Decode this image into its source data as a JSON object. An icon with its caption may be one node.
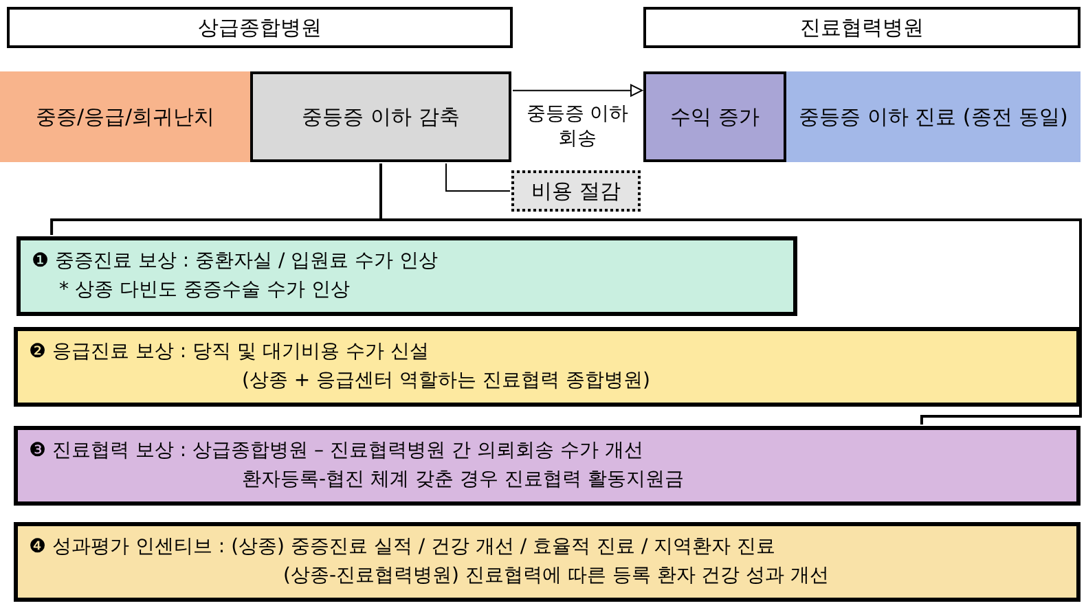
{
  "diagram": {
    "nodes": [
      {
        "text": [
          "상급종합병원"
        ]
      },
      {
        "text": [
          "진료협력병원"
        ]
      },
      {
        "text": [
          "중증/응급/희귀난치"
        ]
      },
      {
        "text": [
          "중등증 이하 감축"
        ]
      },
      {
        "text": [
          "수익 증가"
        ]
      },
      {
        "text": [
          "중등증 이하 진료 (종전 동일)"
        ]
      },
      {
        "text": [
          "비용 절감"
        ]
      },
      {
        "text": [
          "❶ 중증진료 보상 : 중환자실 / 입원료 수가 인상",
          "* 상종 다빈도 중증수술 수가 인상"
        ]
      },
      {
        "text": [
          "❷ 응급진료 보상 : 당직 및 대기비용 수가 신설",
          "(상종 + 응급센터 역할하는 진료협력 종합병원)"
        ]
      },
      {
        "text": [
          "❸ 진료협력 보상 : 상급종합병원 – 진료협력병원 간 의뢰회송 수가 개선",
          "환자등록-협진 체계 갖춘 경우 진료협력 활동지원금"
        ]
      },
      {
        "text": [
          "❹ 성과평가 인센티브 : (상종) 중증진료 실적 / 건강 개선 / 효율적 진료 / 지역환자 진료",
          "(상종-진료협력병원) 진료협력에 따른 등록 환자 건강 성과 개선"
        ]
      }
    ],
    "edges": [
      {
        "from": 3,
        "to": 4,
        "arrow": "to",
        "label": "중등증 이하 회송"
      },
      {
        "from": 3,
        "to": 6,
        "arrow": "none"
      },
      {
        "from": 3,
        "to": 7,
        "arrow": "none"
      },
      {
        "from": 3,
        "to": 9,
        "arrow": "none"
      }
    ]
  }
}
